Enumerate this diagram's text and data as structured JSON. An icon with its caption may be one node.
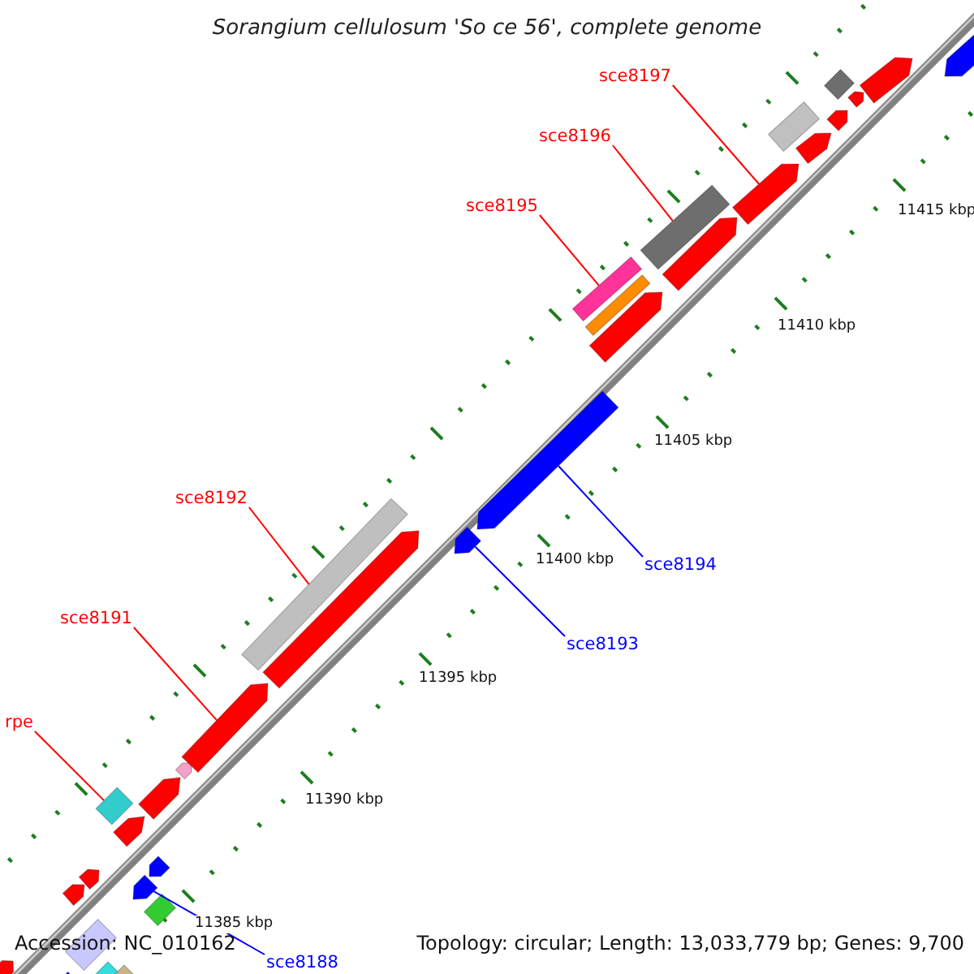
{
  "diagram": {
    "title": "Sorangium cellulosum 'So ce 56', complete genome",
    "nodes": [
      {
        "text": [
          "sce8197"
        ]
      },
      {
        "text": [
          "sce8196"
        ]
      },
      {
        "text": [
          "sce8195"
        ]
      },
      {
        "text": [
          "sce8192"
        ]
      },
      {
        "text": [
          "sce8194"
        ]
      },
      {
        "text": [
          "sce8193"
        ]
      },
      {
        "text": [
          "sce8191"
        ]
      },
      {
        "text": [
          "rpe"
        ]
      },
      {
        "text": [
          "sce8188"
        ]
      },
      {
        "text": [],
        "shape": "pentagon"
      },
      {
        "text": [],
        "shape": "pentagon"
      },
      {
        "text": [],
        "shape": "pentagon"
      },
      {
        "text": [],
        "shape": "box"
      },
      {
        "text": [],
        "shape": "pentagon"
      },
      {
        "text": [],
        "shape": "box"
      },
      {
        "text": [],
        "shape": "diamond"
      },
      {
        "text": [],
        "shape": "diamond"
      },
      {
        "text": [],
        "shape": "pentagon"
      },
      {
        "text": [],
        "shape": "pentagon"
      },
      {
        "text": [],
        "shape": "pentagon"
      },
      {
        "text": [],
        "shape": "diamond"
      },
      {
        "text": [],
        "shape": "pentagon"
      },
      {
        "text": [],
        "shape": "pentagon"
      },
      {
        "text": [],
        "shape": "pentagon"
      },
      {
        "text": [],
        "shape": "box"
      },
      {
        "text": [],
        "shape": "pentagon"
      },
      {
        "text": [],
        "shape": "pentagon"
      },
      {
        "text": [],
        "shape": "pentagon"
      },
      {
        "text": [],
        "shape": "box"
      },
      {
        "text": [],
        "shape": "box"
      },
      {
        "text": [],
        "shape": "pentagon"
      },
      {
        "text": [],
        "shape": "box"
      },
      {
        "text": [],
        "shape": "pentagon"
      },
      {
        "text": [],
        "shape": "pentagon"
      },
      {
        "text": [],
        "shape": "box"
      },
      {
        "text": [],
        "shape": "pentagon"
      },
      {
        "text": [],
        "shape": "diamond"
      },
      {
        "text": [],
        "shape": "pentagon"
      },
      {
        "text": [],
        "shape": "pentagon"
      },
      {
        "text": [],
        "shape": "pentagon"
      },
      {
        "text": [],
        "shape": "pentagon"
      }
    ],
    "edges": [
      {
        "from": 0,
        "to": 33,
        "arrow": "none"
      },
      {
        "from": 1,
        "to": 31,
        "arrow": "none"
      },
      {
        "from": 2,
        "to": 28,
        "arrow": "none"
      },
      {
        "from": 3,
        "to": 24,
        "arrow": "none"
      },
      {
        "from": 4,
        "to": 27,
        "arrow": "none",
        "color": "#0000ff"
      },
      {
        "from": 5,
        "to": 26,
        "arrow": "none",
        "color": "#0000ff"
      },
      {
        "from": 6,
        "to": 23,
        "arrow": "none"
      },
      {
        "from": 7,
        "to": 15,
        "arrow": "none"
      },
      {
        "from": 8,
        "to": 18,
        "arrow": "none",
        "color": "#0000ff"
      }
    ],
    "labels": [
      "11415 kbp",
      "11410 kbp",
      "11405 kbp",
      "11400 kbp",
      "11395 kbp",
      "11390 kbp",
      "11385 kbp",
      "Accession: NC_010162",
      "Topology: circular; Length: 13,033,779 bp; Genes: 9,700"
    ]
  }
}
